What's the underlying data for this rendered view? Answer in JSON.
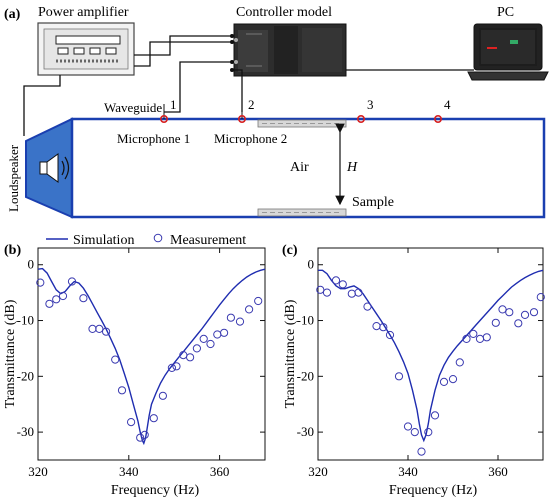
{
  "diagram": {
    "panel_label": "(a)",
    "power_amplifier": "Power amplifier",
    "controller": "Controller model",
    "pc": "PC",
    "waveguide": "Waveguide",
    "loudspeaker": "Loudspeaker",
    "microphone_1": "Microphone 1",
    "microphone_2": "Microphone 2",
    "mic_numbers": [
      "1",
      "2",
      "3",
      "4"
    ],
    "air": "Air",
    "height": "H",
    "sample": "Sample",
    "colors": {
      "waveguide": "#1a3fb0",
      "speaker_fill": "#3a73c8",
      "mic": "#d62020"
    }
  },
  "legend": {
    "simulation": "Simulation",
    "measurement": "Measurement"
  },
  "chart_data": [
    {
      "panel": "(b)",
      "type": "line",
      "xlabel": "Frequency (Hz)",
      "ylabel": "Transmittance (dB)",
      "xlim": [
        320,
        370
      ],
      "ylim": [
        -35,
        3
      ],
      "xticks": [
        320,
        340,
        360
      ],
      "yticks": [
        0,
        -10,
        -20,
        -30
      ],
      "series": [
        {
          "name": "Simulation",
          "style": "line",
          "color": "#1f2db0",
          "x": [
            320,
            321,
            322,
            323,
            324,
            325,
            326,
            327,
            328,
            329,
            330,
            331,
            332,
            333,
            334,
            335,
            336,
            337,
            338,
            339,
            340,
            341,
            342,
            342.5,
            343,
            343.3,
            343.7,
            344,
            344.5,
            345,
            346,
            347,
            348,
            349,
            350,
            351,
            352,
            353,
            354,
            355,
            356,
            357,
            358,
            359,
            360,
            361,
            362,
            363,
            364,
            365,
            366,
            367,
            368,
            369,
            370
          ],
          "y": [
            -0.8,
            -0.7,
            -1.5,
            -3.0,
            -4.5,
            -5.2,
            -4.8,
            -3.8,
            -3.0,
            -3.3,
            -4.2,
            -5.5,
            -7.0,
            -8.5,
            -10.0,
            -11.5,
            -13.2,
            -15.0,
            -17.0,
            -19.5,
            -22.0,
            -25.0,
            -28.0,
            -30.0,
            -31.5,
            -32.0,
            -31.0,
            -29.5,
            -27.0,
            -25.0,
            -23.0,
            -21.2,
            -19.8,
            -18.6,
            -17.6,
            -16.6,
            -15.6,
            -14.6,
            -13.6,
            -12.6,
            -11.6,
            -10.5,
            -9.4,
            -8.3,
            -7.2,
            -6.2,
            -5.2,
            -4.3,
            -3.5,
            -2.8,
            -2.2,
            -1.7,
            -1.3,
            -1.0,
            -0.8
          ]
        },
        {
          "name": "Measurement",
          "style": "circles",
          "color": "#3a3ab0",
          "x": [
            320.5,
            322.5,
            324,
            325.5,
            327.5,
            330,
            332,
            333.5,
            335,
            337,
            338.5,
            340.5,
            342.5,
            343.5,
            345.5,
            347.5,
            349.5,
            350.5,
            352,
            353.5,
            355,
            356.5,
            358,
            359.5,
            361,
            362.5,
            364.5,
            366.5,
            368.5
          ],
          "y": [
            -3.2,
            -7.0,
            -6.2,
            -5.6,
            -3.0,
            -6.0,
            -11.5,
            -11.5,
            -12.0,
            -17.0,
            -22.5,
            -28.2,
            -31.0,
            -30.5,
            -27.5,
            -23.5,
            -18.5,
            -18.2,
            -16.2,
            -16.6,
            -15.0,
            -13.3,
            -14.2,
            -12.5,
            -12.2,
            -9.5,
            -10.2,
            -8.0,
            -6.5
          ]
        }
      ]
    },
    {
      "panel": "(c)",
      "type": "line",
      "xlabel": "Frequency (Hz)",
      "ylabel": "Transmittance (dB)",
      "xlim": [
        320,
        370
      ],
      "ylim": [
        -35,
        3
      ],
      "xticks": [
        320,
        340,
        360
      ],
      "yticks": [
        0,
        -10,
        -20,
        -30
      ],
      "series": [
        {
          "name": "Simulation",
          "style": "line",
          "color": "#1f2db0",
          "x": [
            320,
            321,
            322,
            323,
            324,
            325,
            326,
            327,
            328,
            329,
            330,
            331,
            332,
            333,
            334,
            335,
            336,
            337,
            338,
            339,
            340,
            341,
            342,
            342.5,
            343,
            343.5,
            344,
            344.5,
            345,
            346,
            347,
            348,
            349,
            350,
            351,
            352,
            353,
            354,
            355,
            356,
            357,
            358,
            359,
            360,
            361,
            362,
            363,
            364,
            365,
            366,
            367,
            368,
            369,
            370
          ],
          "y": [
            -1.0,
            -1.0,
            -1.6,
            -2.8,
            -3.8,
            -4.3,
            -4.3,
            -4.0,
            -3.8,
            -4.3,
            -5.2,
            -6.4,
            -7.6,
            -8.8,
            -10.0,
            -11.3,
            -12.6,
            -14.0,
            -15.6,
            -17.4,
            -19.5,
            -22.5,
            -26.0,
            -28.5,
            -30.5,
            -31.5,
            -30.5,
            -28.5,
            -26.0,
            -22.5,
            -19.8,
            -18.0,
            -16.6,
            -15.5,
            -14.5,
            -13.6,
            -12.7,
            -11.8,
            -10.9,
            -10.0,
            -9.1,
            -8.2,
            -7.3,
            -6.4,
            -5.6,
            -4.8,
            -4.0,
            -3.4,
            -2.8,
            -2.3,
            -1.9,
            -1.5,
            -1.2,
            -1.0
          ]
        },
        {
          "name": "Measurement",
          "style": "circles",
          "color": "#3a3ab0",
          "x": [
            320.5,
            322,
            324,
            325.5,
            327.5,
            329,
            331,
            333,
            334.5,
            336,
            338,
            340,
            341.5,
            343,
            344.5,
            346,
            348,
            350,
            351.5,
            353,
            354.5,
            356,
            357.5,
            359.5,
            361,
            362.5,
            364.5,
            366,
            368,
            369.5
          ],
          "y": [
            -4.5,
            -5.0,
            -2.8,
            -3.5,
            -5.2,
            -5.0,
            -7.5,
            -11.0,
            -11.2,
            -12.6,
            -20.0,
            -29.0,
            -30.0,
            -33.5,
            -30.0,
            -27.0,
            -21.0,
            -20.5,
            -17.5,
            -13.3,
            -12.4,
            -13.3,
            -13.0,
            -10.4,
            -8.0,
            -8.5,
            -10.5,
            -9.0,
            -8.5,
            -5.8
          ]
        }
      ]
    }
  ]
}
